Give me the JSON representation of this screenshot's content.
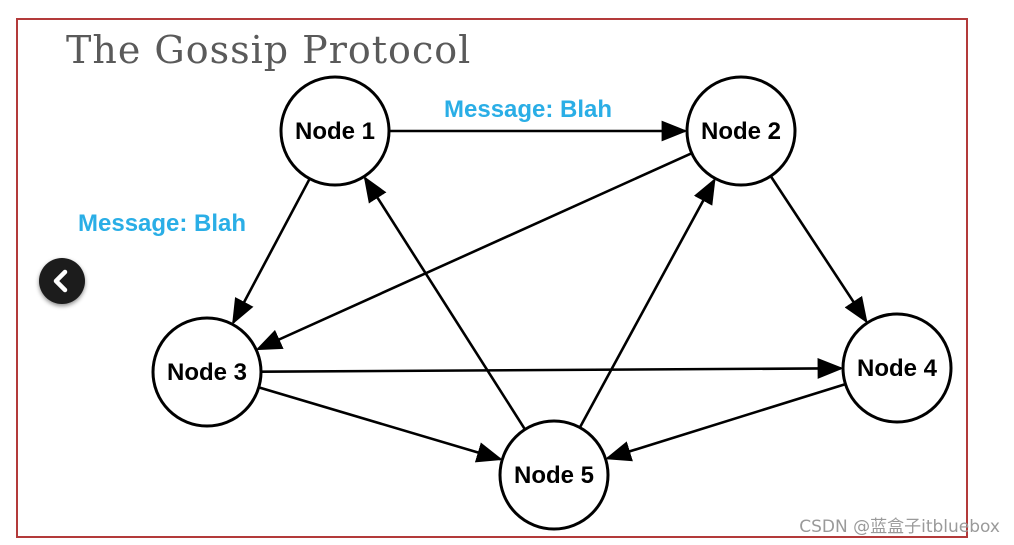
{
  "title": "The Gossip Protocol",
  "message_labels": [
    "Message: Blah",
    "Message: Blah"
  ],
  "nodes": [
    {
      "id": "n1",
      "label": "Node 1"
    },
    {
      "id": "n2",
      "label": "Node 2"
    },
    {
      "id": "n3",
      "label": "Node 3"
    },
    {
      "id": "n4",
      "label": "Node 4"
    },
    {
      "id": "n5",
      "label": "Node 5"
    }
  ],
  "edges": [
    {
      "from": "n1",
      "to": "n2"
    },
    {
      "from": "n1",
      "to": "n3"
    },
    {
      "from": "n2",
      "to": "n3"
    },
    {
      "from": "n2",
      "to": "n4"
    },
    {
      "from": "n3",
      "to": "n4"
    },
    {
      "from": "n3",
      "to": "n5"
    },
    {
      "from": "n4",
      "to": "n5"
    },
    {
      "from": "n5",
      "to": "n1"
    },
    {
      "from": "n5",
      "to": "n2"
    }
  ],
  "back_button": {
    "icon": "chevron-left-icon"
  },
  "watermark": "CSDN @蓝盒子itbluebox",
  "colors": {
    "frame_border": "#b33a3a",
    "title_text": "#5a5a5a",
    "message_label": "#2aaee6",
    "node_stroke": "#000000",
    "edge": "#000000"
  }
}
